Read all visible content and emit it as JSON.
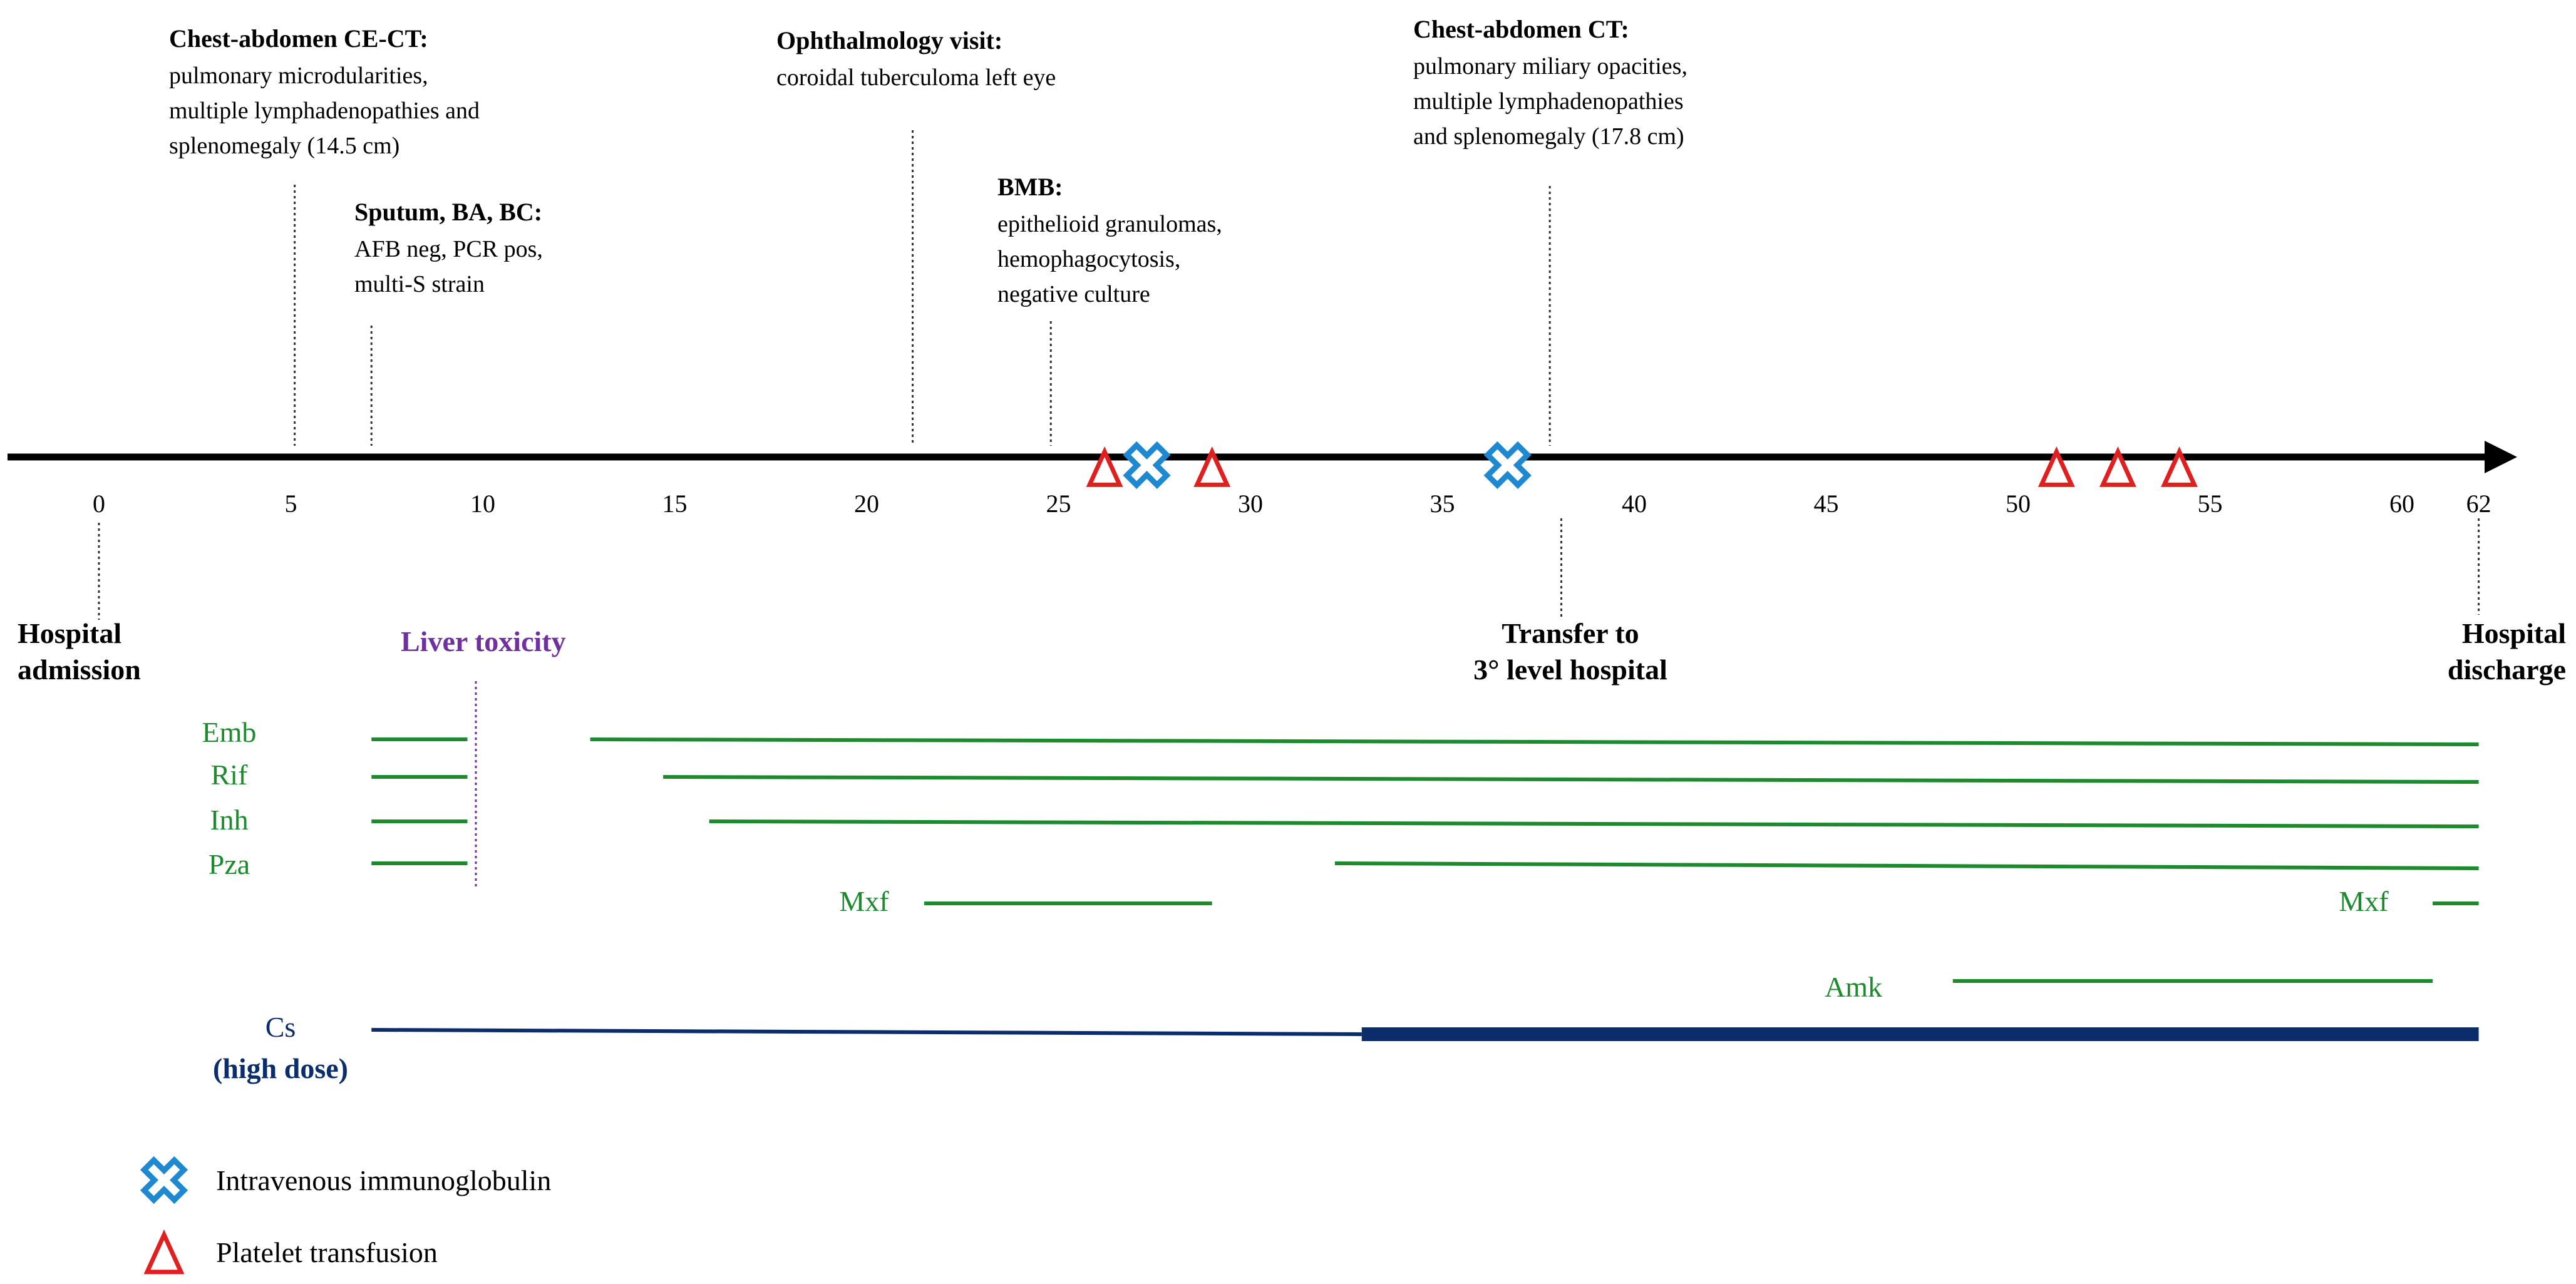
{
  "axis": {
    "ticks": [
      0,
      5,
      10,
      15,
      20,
      25,
      30,
      35,
      40,
      45,
      50,
      55,
      60,
      62
    ]
  },
  "events_above": [
    {
      "day": 5.1,
      "title": "Chest-abdomen CE-CT:",
      "lines": [
        "pulmonary microdularities,",
        "multiple lymphadenopathies and",
        "splenomegaly (14.5 cm)"
      ]
    },
    {
      "day": 7.1,
      "title": "Sputum, BA, BC:",
      "lines": [
        "AFB neg, PCR pos,",
        "multi-S strain"
      ]
    },
    {
      "day": 21.2,
      "title": "Ophthalmology visit:",
      "lines": [
        "coroidal tuberculoma left eye"
      ]
    },
    {
      "day": 24.8,
      "title": "BMB:",
      "lines": [
        "epithelioid granulomas,",
        "hemophagocytosis,",
        "negative culture"
      ]
    },
    {
      "day": 37.8,
      "title": "Chest-abdomen CT:",
      "lines": [
        "pulmonary miliary opacities,",
        "multiple lymphadenopathies",
        "and splenomegaly (17.8 cm)"
      ]
    }
  ],
  "events_below": [
    {
      "day": 0,
      "lines": [
        "Hospital",
        "admission"
      ],
      "color": "#000000"
    },
    {
      "day": 38.1,
      "lines": [
        "Transfer to",
        "3° level hospital"
      ],
      "color": "#000000"
    },
    {
      "day": 62,
      "lines": [
        "Hospital",
        "discharge"
      ],
      "color": "#000000"
    }
  ],
  "liver_toxicity": {
    "day": 9.8,
    "label": "Liver toxicity",
    "color": "#7030a0"
  },
  "markers": {
    "ivig_days": [
      27.3,
      36.7
    ],
    "platelet_days": [
      26.2,
      29.0,
      51.0,
      52.6,
      54.2
    ],
    "ivig_color": "#1e88d0",
    "platelet_color": "#e02020"
  },
  "drugs": [
    {
      "name": "Emb",
      "segments": [
        [
          7.1,
          9.6
        ],
        [
          12.8,
          62
        ]
      ]
    },
    {
      "name": "Rif",
      "segments": [
        [
          7.1,
          9.6
        ],
        [
          14.7,
          62
        ]
      ]
    },
    {
      "name": "Inh",
      "segments": [
        [
          7.1,
          9.6
        ],
        [
          15.9,
          62
        ]
      ]
    },
    {
      "name": "Pza",
      "segments": [
        [
          7.1,
          9.6
        ],
        [
          32.2,
          62
        ]
      ]
    },
    {
      "name": "Mxf",
      "segments": [
        [
          21.5,
          29.0
        ],
        [
          60.8,
          62
        ]
      ]
    },
    {
      "name": "Amk",
      "segments": [
        [
          48.3,
          60.8
        ]
      ]
    }
  ],
  "cs": {
    "name": "Cs",
    "subname": "(high dose)",
    "thin": [
      7.1,
      32.9
    ],
    "thick": [
      32.9,
      62
    ],
    "color": "#0b2d6b"
  },
  "drug_color": "#1e8a2e",
  "legend": [
    {
      "icon": "ivig-cross-icon",
      "label": "Intravenous immunoglobulin"
    },
    {
      "icon": "platelet-triangle-icon",
      "label": "Platelet transfusion"
    }
  ]
}
